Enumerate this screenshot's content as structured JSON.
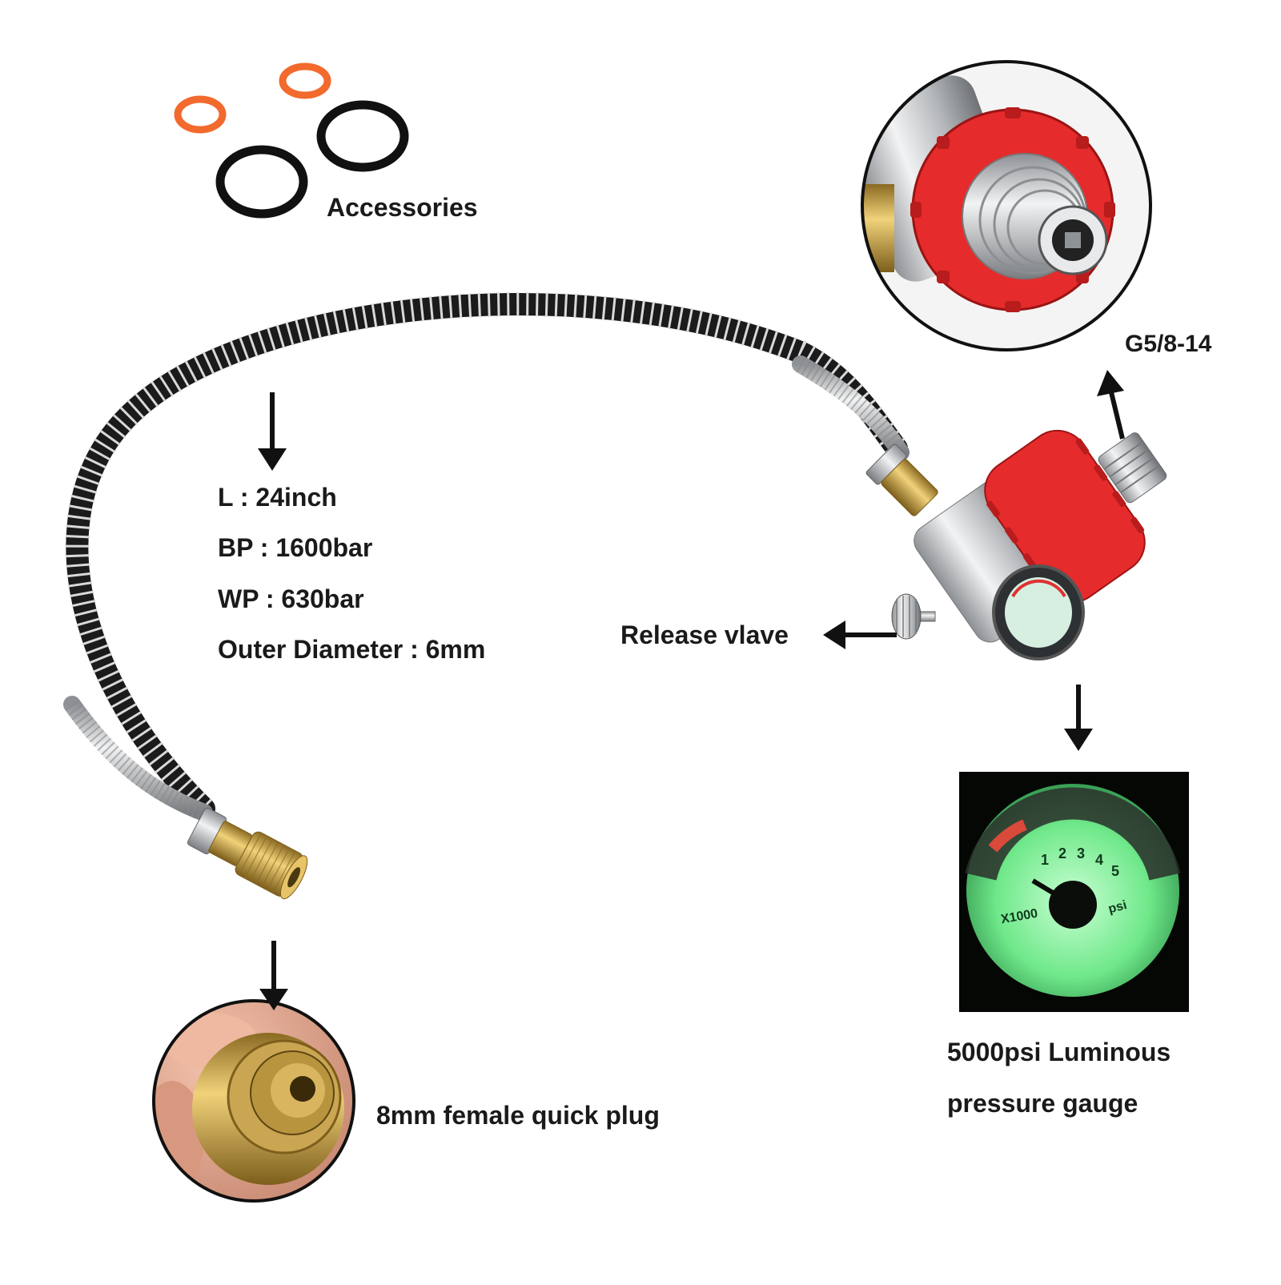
{
  "labels": {
    "accessories": "Accessories",
    "thread": "G5/8-14",
    "release_valve": "Release vlave",
    "quick_plug": "8mm female quick plug",
    "gauge_line1": "5000psi Luminous",
    "gauge_line2": "pressure gauge"
  },
  "specs": {
    "length": "L : 24inch",
    "burst_pressure": "BP : 1600bar",
    "working_pressure": "WP : 630bar",
    "outer_diameter": "Outer Diameter : 6mm"
  },
  "gauge_dial": {
    "ticks": [
      "1",
      "2",
      "3",
      "4",
      "5"
    ],
    "multiplier": "X1000",
    "unit": "psi"
  },
  "colors": {
    "background": "#ffffff",
    "text": "#1a1a1a",
    "knob_red": "#e52b2b",
    "oring_orange": "#f26a2e",
    "oring_black": "#111111",
    "brass": "#c9a24a",
    "steel": "#c8cacc",
    "luminous_green": "#7dff9a"
  }
}
